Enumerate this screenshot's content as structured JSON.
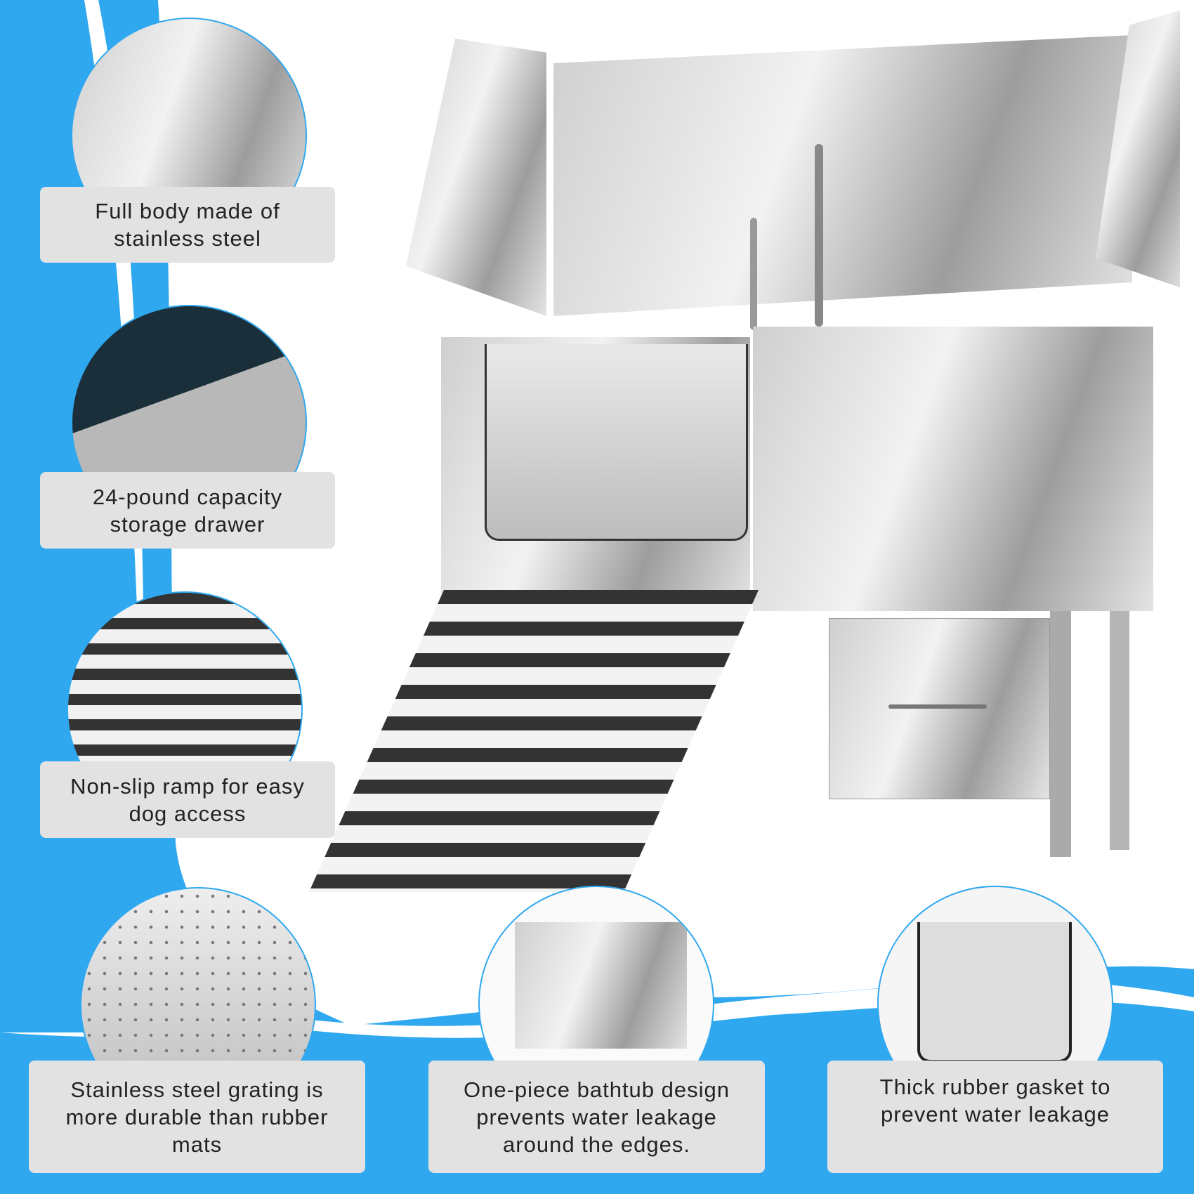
{
  "features": [
    {
      "caption": "Full body made of stainless steel",
      "icon": "steel-rods-icon"
    },
    {
      "caption": "24-pound capacity storage drawer",
      "icon": "drawer-icon"
    },
    {
      "caption": "Non-slip ramp for easy dog access",
      "icon": "ramp-icon"
    },
    {
      "caption": "Stainless steel grating is more durable than rubber mats",
      "icon": "grating-icon"
    },
    {
      "caption": "One-piece bathtub design prevents water leakage around the edges.",
      "icon": "bathtub-icon"
    },
    {
      "caption": "Thick rubber gasket to prevent water leakage",
      "icon": "gasket-icon"
    }
  ],
  "colors": {
    "accent": "#2fa8f0",
    "caption_bg": "#e2e2e2"
  }
}
